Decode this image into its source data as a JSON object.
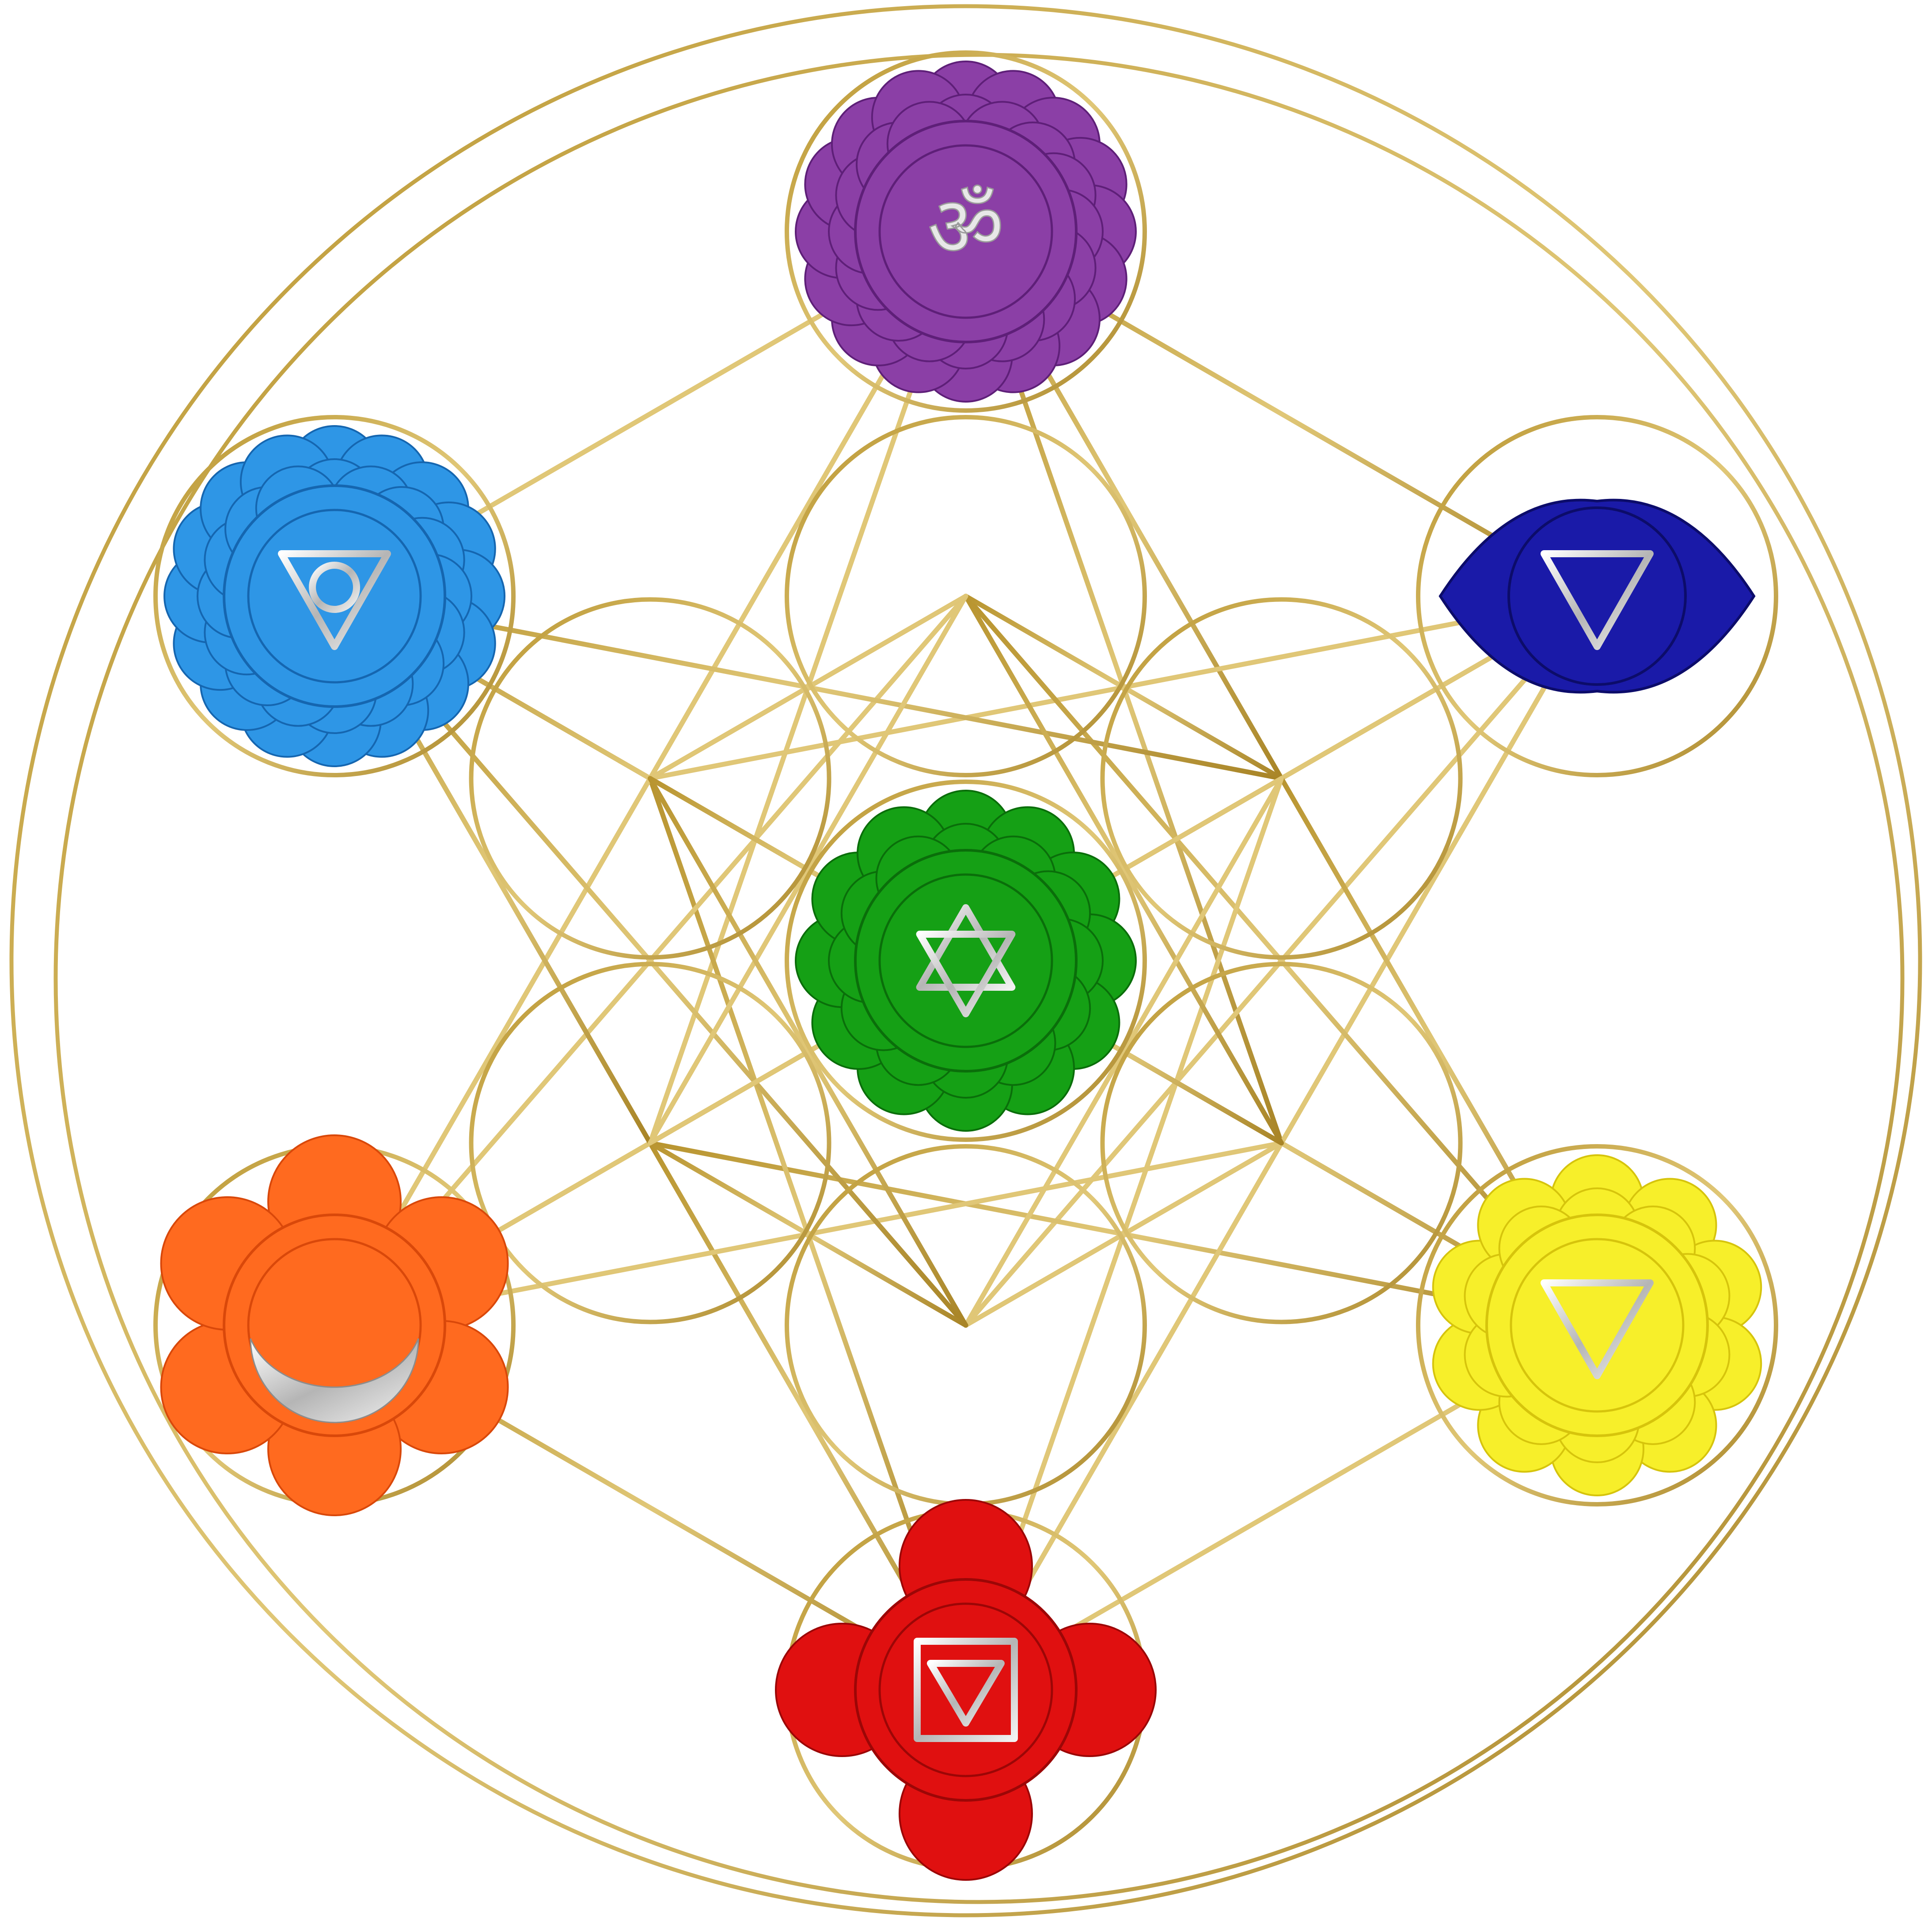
{
  "diagram": {
    "line_color": "#c9a646",
    "background": "#ffffff",
    "chakras": [
      {
        "id": "crown",
        "symbol": "ॐ",
        "icon": "om-icon",
        "color": "#8b3fa6",
        "shade": "#5e1f78",
        "petals": 16
      },
      {
        "id": "third-eye",
        "symbol": "",
        "icon": "downward-triangle-icon",
        "color": "#1a1aa8",
        "shade": "#0c0c6a",
        "petals": 2
      },
      {
        "id": "solar-plexus",
        "symbol": "",
        "icon": "downward-triangle-icon",
        "color": "#f7ef2a",
        "shade": "#d6c40c",
        "petals": 10
      },
      {
        "id": "root",
        "symbol": "",
        "icon": "square-triangle-icon",
        "color": "#e01010",
        "shade": "#9c0606",
        "petals": 4
      },
      {
        "id": "sacral",
        "symbol": "",
        "icon": "crescent-moon-icon",
        "color": "#ff6a1f",
        "shade": "#d9480a",
        "petals": 6
      },
      {
        "id": "throat",
        "symbol": "",
        "icon": "triangle-circle-icon",
        "color": "#2e96e6",
        "shade": "#1566b0",
        "petals": 16
      },
      {
        "id": "heart",
        "symbol": "",
        "icon": "six-pointed-star-icon",
        "color": "#15a015",
        "shade": "#0a6e0a",
        "petals": 12
      }
    ]
  }
}
